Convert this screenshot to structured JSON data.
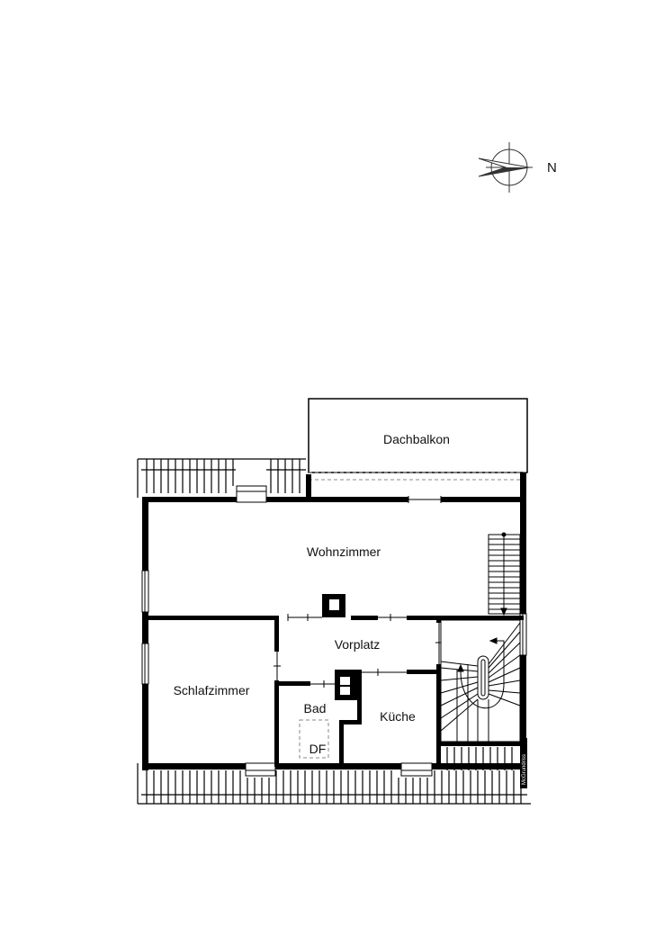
{
  "compass": {
    "north_label": "N"
  },
  "rooms": {
    "dachbalkon": "Dachbalkon",
    "wohnzimmer": "Wohnzimmer",
    "vorplatz": "Vorplatz",
    "schlafzimmer": "Schlafzimmer",
    "bad": "Bad",
    "kueche": "Küche",
    "df": "DF"
  },
  "credit": "McGrundriss",
  "colors": {
    "wall": "#000000",
    "background": "#ffffff",
    "dash": "#888888"
  }
}
